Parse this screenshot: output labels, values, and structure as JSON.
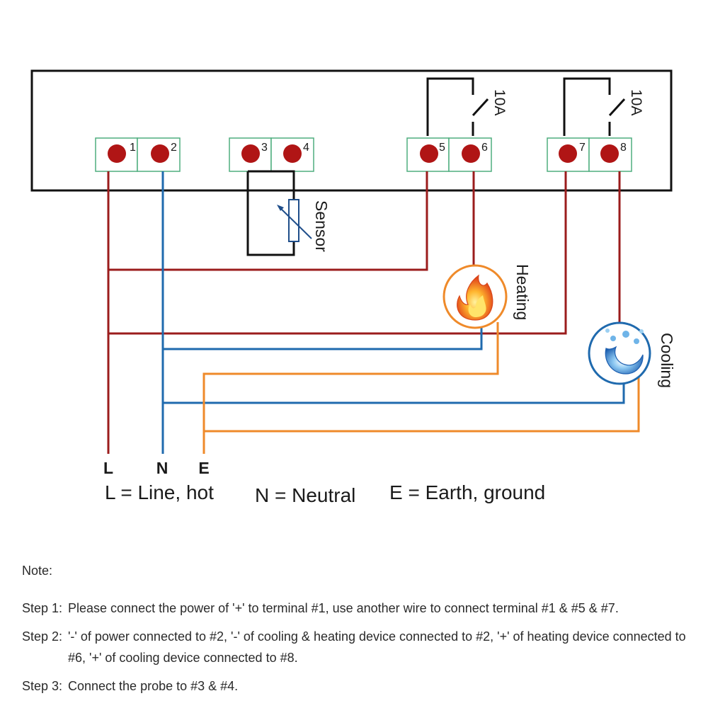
{
  "terminals": [
    "1",
    "2",
    "3",
    "4",
    "5",
    "6",
    "7",
    "8"
  ],
  "relays": [
    {
      "rating": "10A"
    },
    {
      "rating": "10A"
    }
  ],
  "components": {
    "sensor_label": "Sensor",
    "heating_label": "Heating",
    "cooling_label": "Cooling"
  },
  "wires": {
    "line_letter": "L",
    "neutral_letter": "N",
    "earth_letter": "E"
  },
  "legend": {
    "line": "L = Line, hot",
    "neutral": "N = Neutral",
    "earth": "E = Earth, ground"
  },
  "colors": {
    "line_wire": "#9b1c1c",
    "neutral_wire": "#1f6aae",
    "earth_wire": "#ef8a2a",
    "terminal_fill": "#ffffff",
    "terminal_border": "#4fae7f",
    "screw": "#b01515",
    "box_border": "#111111"
  },
  "notes": {
    "title": "Note:",
    "steps": [
      {
        "label": "Step 1:",
        "text": "Please connect the power of '+' to terminal #1, use another wire to connect terminal #1 & #5 & #7."
      },
      {
        "label": "Step 2:",
        "text": "'-' of power connected to #2, '-' of cooling & heating device connected to #2, '+' of heating device connected to #6, '+' of cooling device connected to #8."
      },
      {
        "label": "Step 3:",
        "text": "Connect the probe to #3 & #4."
      }
    ]
  }
}
